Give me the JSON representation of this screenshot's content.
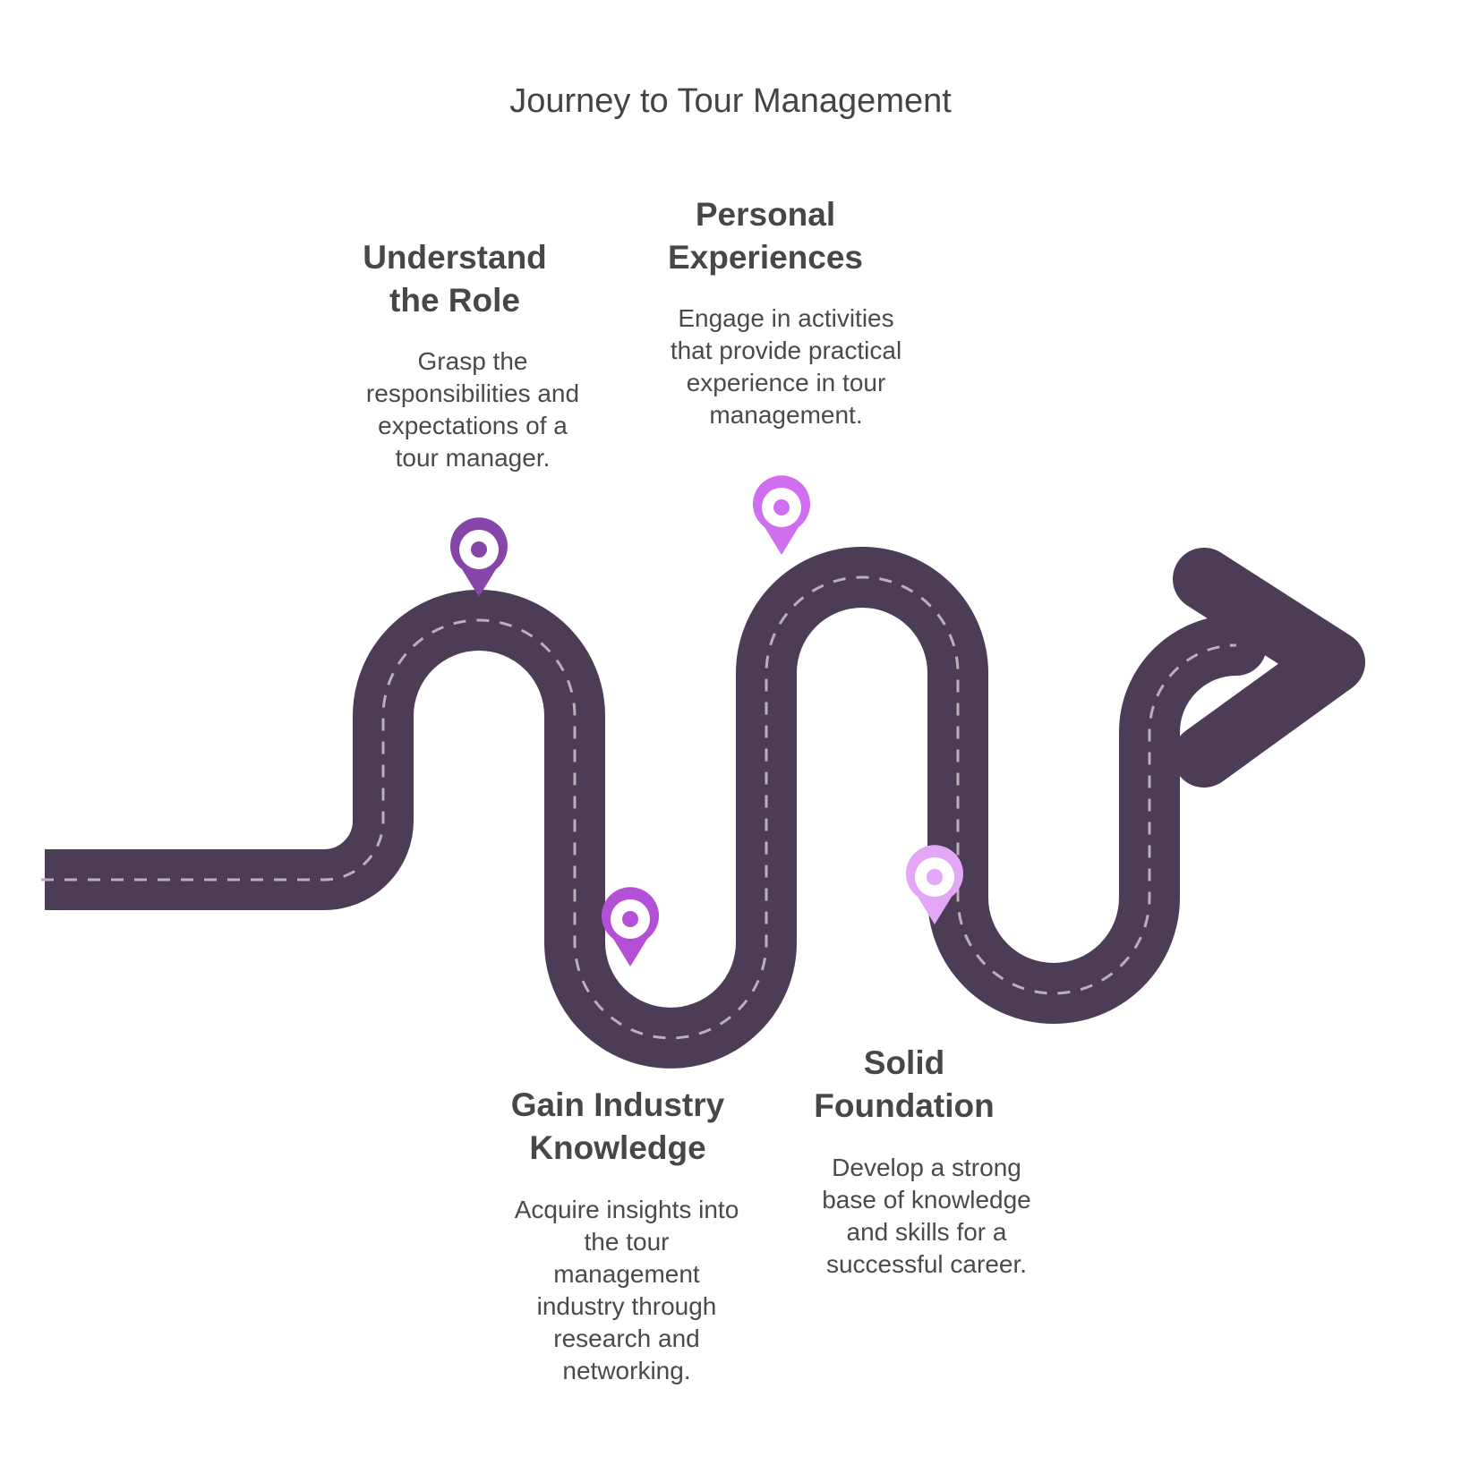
{
  "title": "Journey to Tour Management",
  "colors": {
    "road": "#4d3c55",
    "dash": "#b8b0bb",
    "text": "#484848"
  },
  "steps": [
    {
      "title_lines": [
        "Understand",
        "the Role"
      ],
      "desc_lines": [
        "Grasp the",
        "responsibilities and",
        "expectations of a",
        "tour manager."
      ],
      "pin_color": "#8645a8",
      "icon": "location-pin-icon"
    },
    {
      "title_lines": [
        "Gain Industry",
        "Knowledge"
      ],
      "desc_lines": [
        "Acquire insights into",
        "the tour",
        "management",
        "industry through",
        "research and",
        "networking."
      ],
      "pin_color": "#b450d6",
      "icon": "location-pin-icon"
    },
    {
      "title_lines": [
        "Personal",
        "Experiences"
      ],
      "desc_lines": [
        "Engage in activities",
        "that provide practical",
        "experience in tour",
        "management."
      ],
      "pin_color": "#cf6ff0",
      "icon": "location-pin-icon"
    },
    {
      "title_lines": [
        "Solid",
        "Foundation"
      ],
      "desc_lines": [
        "Develop a strong",
        "base of knowledge",
        "and skills for a",
        "successful career."
      ],
      "pin_color": "#e4a6f7",
      "icon": "location-pin-icon"
    }
  ]
}
